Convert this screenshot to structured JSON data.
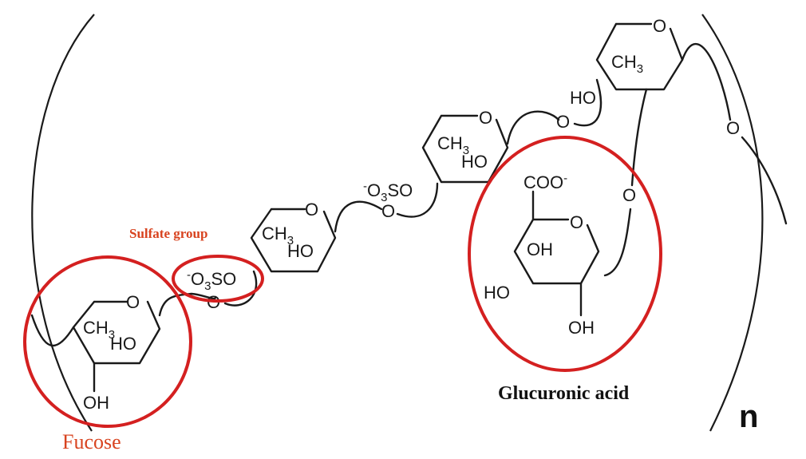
{
  "labels": {
    "sulfate": "Sulfate group",
    "fucose": "Fucose",
    "glucuronic": "Glucuronic acid",
    "repeat": "n"
  },
  "chem": {
    "o": "O",
    "ch": "CH",
    "three": "3",
    "ho": "HO",
    "oh": "OH",
    "coo": "COO",
    "minus": "-",
    "o3so_o": "O",
    "o3so_3": "3",
    "o3so_so": "SO"
  },
  "colors": {
    "highlight": "#d42020",
    "label_red": "#d8431f",
    "line": "#1a1a1a"
  }
}
